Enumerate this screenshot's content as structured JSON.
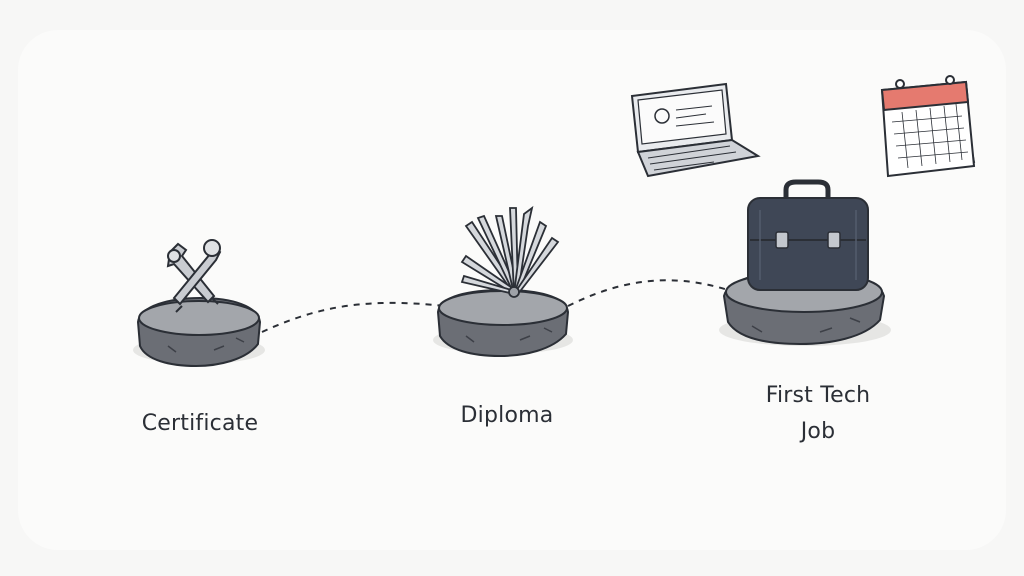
{
  "milestones": [
    {
      "label": "Certificate",
      "icon": "wrench-icon"
    },
    {
      "label": "Diploma",
      "icon": "tool-fan-icon"
    },
    {
      "label": "First Tech Job",
      "label_line1": "First Tech",
      "label_line2": "Job",
      "icon": "briefcase-icon"
    }
  ],
  "decorations": [
    "laptop-icon",
    "calendar-icon"
  ],
  "colors": {
    "stone": "#8a8d93",
    "stone_dark": "#5d6067",
    "stone_top": "#a3a6ab",
    "briefcase": "#3f4756",
    "calendar_header": "#e57a6f",
    "ink": "#2b2f36",
    "background": "#f7f7f6"
  }
}
